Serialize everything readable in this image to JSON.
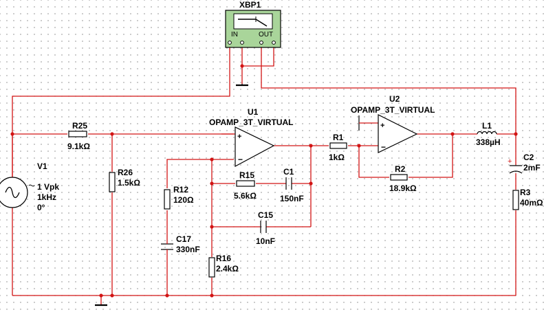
{
  "instrument": {
    "ref": "XBP1",
    "in_label": "IN",
    "out_label": "OUT"
  },
  "opamps": {
    "u1": {
      "ref": "U1",
      "model": "OPAMP_3T_VIRTUAL"
    },
    "u2": {
      "ref": "U2",
      "model": "OPAMP_3T_VIRTUAL"
    }
  },
  "source": {
    "ref": "V1",
    "amplitude": "1 Vpk",
    "frequency": "1kHz",
    "phase": "0°"
  },
  "components": {
    "r25": {
      "ref": "R25",
      "value": "9.1kΩ"
    },
    "r26": {
      "ref": "R26",
      "value": "1.5kΩ"
    },
    "r12": {
      "ref": "R12",
      "value": "120Ω"
    },
    "c17": {
      "ref": "C17",
      "value": "330nF"
    },
    "r15": {
      "ref": "R15",
      "value": "5.6kΩ"
    },
    "c1": {
      "ref": "C1",
      "value": "150nF"
    },
    "c15": {
      "ref": "C15",
      "value": "10nF"
    },
    "r16": {
      "ref": "R16",
      "value": "2.4kΩ"
    },
    "r1": {
      "ref": "R1",
      "value": "1kΩ"
    },
    "r2": {
      "ref": "R2",
      "value": "18.9kΩ"
    },
    "l1": {
      "ref": "L1",
      "value": "338µH"
    },
    "c2": {
      "ref": "C2",
      "value": "2mF"
    },
    "r3": {
      "ref": "R3",
      "value": "40mΩ"
    }
  },
  "colors": {
    "wire": "#d21414",
    "instrument_body": "#a9d59a",
    "grid_dot": "#8a8a8a"
  }
}
